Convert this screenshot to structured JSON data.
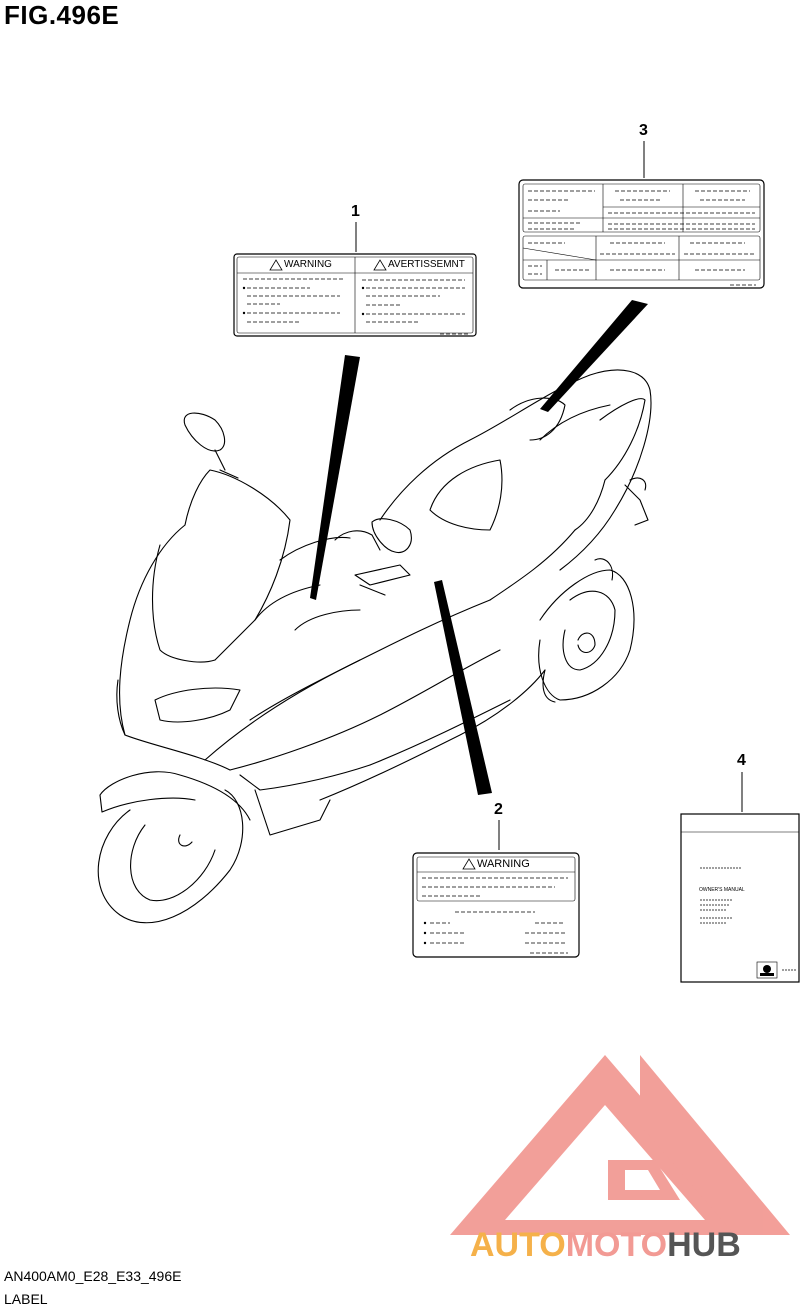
{
  "figure": {
    "title": "FIG.496E",
    "code": "AN400AM0_E28_E33_496E",
    "name": "LABEL"
  },
  "callouts": [
    "1",
    "2",
    "3",
    "4"
  ],
  "labels": {
    "label1": {
      "left_heading": "WARNING",
      "right_heading": "AVERTISSEMNT"
    },
    "label2": {
      "heading": "WARNING"
    },
    "label4": {
      "manual_text": "OWNER'S MANUAL"
    }
  },
  "watermark": {
    "part1": "AUTO",
    "part2": "MOTO",
    "part3": "HUB",
    "color_light": "#f29a94",
    "color_dark": "#555555",
    "color_orange": "#f5b14a"
  }
}
